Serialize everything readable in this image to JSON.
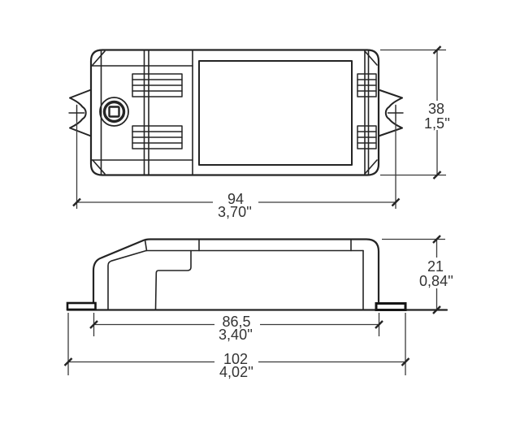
{
  "drawing": {
    "background": "#ffffff",
    "line_color": "#242424",
    "text_color": "#333333",
    "dimensions": {
      "top_width": {
        "mm": "94",
        "inch": "3,70''"
      },
      "top_height": {
        "mm": "38",
        "inch": "1,5''"
      },
      "side_body_width": {
        "mm": "86,5",
        "inch": "3,40''"
      },
      "side_overall": {
        "mm": "102",
        "inch": "4,02''"
      },
      "side_height": {
        "mm": "21",
        "inch": "0,84''"
      }
    }
  }
}
